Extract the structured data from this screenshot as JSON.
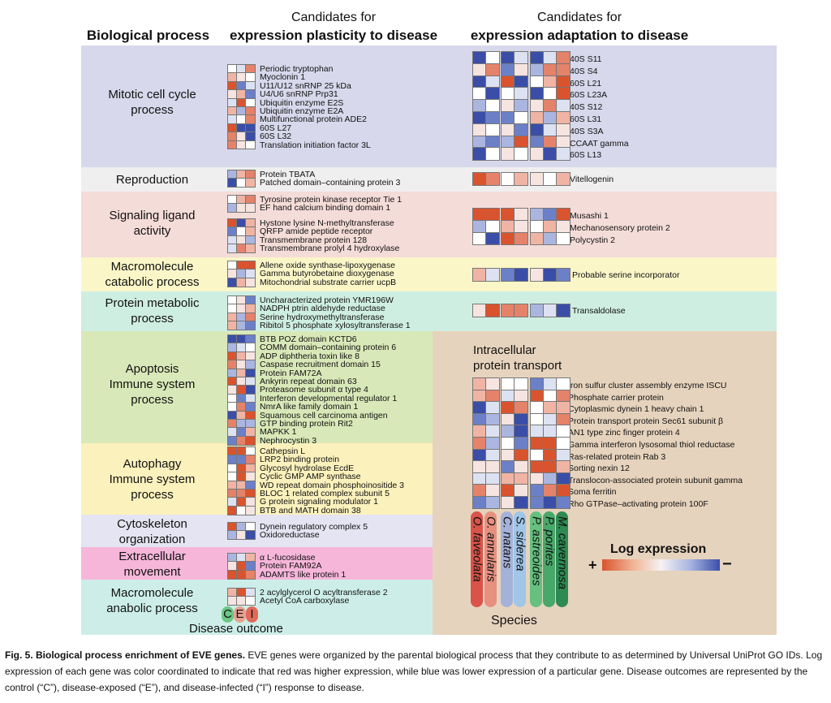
{
  "headers": {
    "left": "Biological process",
    "mid_line1": "Candidates for",
    "mid_line2": "expression plasticity to disease",
    "right_line1": "Candidates for",
    "right_line2": "expression adaptation to disease"
  },
  "processes": [
    {
      "id": "mitotic",
      "label": "Mitotic cell cycle process",
      "color": "#d8d8ec",
      "genes": [
        "Periodic tryptophan",
        "Myoclonin 1",
        "U11/U12 snRNP 25 kDa",
        "U4/U6 snRNP Prp31",
        "Ubiquitin enzyme E2S",
        "Ubiquitin enzyme E2A",
        "Multifunctional protein ADE2",
        "60S L27",
        "60S L32",
        "Translation initiation factor 3L"
      ],
      "adaptation": [
        "40S S11",
        "40S S4",
        "60S L21",
        "60S L23A",
        "40S S12",
        "60S L31",
        "40S S3A",
        "CCAAT gamma",
        "60S L13"
      ]
    },
    {
      "id": "reproduction",
      "label": "Reproduction",
      "color": "#efefef",
      "genes": [
        "Protein TBATA",
        "Patched domain–containing protein 3"
      ],
      "adaptation": [
        "Vitellogenin"
      ]
    },
    {
      "id": "signaling",
      "label": "Signaling ligand activity",
      "color": "#f4dcd8",
      "genes": [
        "Tyrosine protein kinase receptor Tie 1",
        "EF hand calcium binding domain 1",
        "Hystone lysine N-methyltransferase",
        "QRFP amide peptide receptor",
        "Transmembrane protein 128",
        "Transmembrane prolyl 4 hydroxylase"
      ],
      "adaptation": [
        "Musashi 1",
        "Mechanosensory protein 2",
        "Polycystin 2"
      ]
    },
    {
      "id": "macro_cat",
      "label": "Macromolecule catabolic process",
      "color": "#faf6c8",
      "genes": [
        "Allene oxide synthase-lipoxygenase",
        "Gamma butyrobetaine dioxygenase",
        "Mitochondrial substrate carrier ucpB"
      ],
      "adaptation": [
        "Probable serine incorporator"
      ]
    },
    {
      "id": "protein_met",
      "label": "Protein metabolic process",
      "color": "#cfeee2",
      "genes": [
        "Uncharacterized protein YMR196W",
        "NADPH ptrin aldehyde reductase",
        "Serine hydroxymethyltransferase",
        "Ribitol 5 phosphate xylosyltransferase 1"
      ],
      "adaptation": [
        "Transaldolase"
      ]
    },
    {
      "id": "apoptosis",
      "label": "Apoptosis Immune system process",
      "color": "#d9e8b8",
      "genes": [
        "BTB POZ domain KCTD6",
        "COMM domain–containing protein 6",
        "ADP diphtheria toxin like 8",
        "Caspase recruitment domain 15",
        "Protein FAM72A",
        "Ankyrin repeat domain 63",
        "Proteasome subunit α type 4",
        "Interferon developmental regulator 1",
        "NmrA like family domain 1",
        "Squamous cell carcinoma antigen",
        "GTP binding protein Rit2",
        "MAPKK 1",
        "Nephrocystin 3"
      ]
    },
    {
      "id": "autophagy",
      "label": "Autophagy Immune system process",
      "color": "#fbf1bc",
      "genes": [
        "Cathepsin L",
        "LRP2 binding protein",
        "Glycosyl hydrolase EcdE",
        "Cyclic GMP AMP synthase",
        "WD repeat domain phosphoinositide 3",
        "BLOC 1 related complex subunit 5",
        "G protein signaling modulator 1",
        "BTB and MATH domain 38"
      ]
    },
    {
      "id": "cytoskeleton",
      "label": "Cytoskeleton organization",
      "color": "#e4e4f2",
      "genes": [
        "Dynein regulatory complex 5",
        "Oxidoreductase"
      ]
    },
    {
      "id": "extracellular",
      "label": "Extracellular movement",
      "color": "#f6b6da",
      "genes": [
        "α L-fucosidase",
        "Protein FAM92A",
        "ADAMTS like protein 1"
      ]
    },
    {
      "id": "macro_ana",
      "label": "Macromolecule anabolic process",
      "color": "#cdeee8",
      "genes": [
        "2 acylglycerol O acyltransferase 2",
        "Acetyl CoA carboxylase"
      ]
    }
  ],
  "intracellular": {
    "title_line1": "Intracellular",
    "title_line2": "protein transport",
    "color": "#e6d3bd",
    "genes": [
      "Iron sulfur cluster assembly enzyme ISCU",
      "Phosphate carrier protein",
      "Cytoplasmic dynein 1 heavy chain 1",
      "Protein transport protein Sec61 subunit β",
      "AN1 type zinc finger protein 4",
      "Gamma interferon lysosomal thiol reductase",
      "Ras-related protein Rab 3",
      "Sorting nexin 12",
      "Translocon-associated protein subunit gamma",
      "Soma ferritin",
      "Rho GTPase–activating protein 100F"
    ]
  },
  "species": {
    "label": "Species",
    "items": [
      {
        "name": "O. faveolata",
        "color": "#d9534a"
      },
      {
        "name": "O. annularis",
        "color": "#e89080"
      },
      {
        "name": "C. natans",
        "color": "#a4b2da"
      },
      {
        "name": "S. siderea",
        "color": "#a0c6e8"
      },
      {
        "name": "P. astreoides",
        "color": "#66c080"
      },
      {
        "name": "P. porites",
        "color": "#48a86a"
      },
      {
        "name": "M. cavernosa",
        "color": "#2e8a52"
      }
    ]
  },
  "legend": {
    "title": "Log expression",
    "plus": "+",
    "minus": "−",
    "high_color": "#d9542e",
    "low_color": "#3a4ea8"
  },
  "disease_outcome": {
    "label": "Disease outcome",
    "letters": [
      {
        "letter": "C",
        "color": "#6cc686"
      },
      {
        "letter": "E",
        "color": "#e8a292"
      },
      {
        "letter": "I",
        "color": "#e06a5a"
      }
    ]
  },
  "caption": {
    "bold": "Fig. 5. Biological process enrichment of EVE genes.",
    "text": " EVE genes were organized by the parental biological process that they contribute to as determined by Universal UniProt GO IDs. Log expression of each gene was color coordinated to indicate that red was higher expression, while blue was lower expression of a particular gene. Disease outcomes are represented by the control (“C”), disease-exposed (“E”), and disease-infected (“I”) response to disease."
  }
}
